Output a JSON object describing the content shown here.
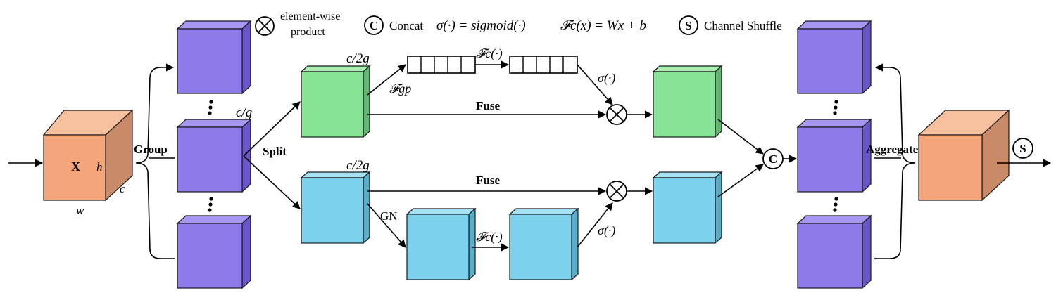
{
  "legend": {
    "product_symbol": "⊗",
    "product_label_line1": "element-wise",
    "product_label_line2": "product",
    "concat_symbol": "C",
    "concat_label": "Concat",
    "sigma_def": "σ(·) = sigmoid(·)",
    "fc_def": "𝓕c(x) = Wx + b",
    "shuffle_symbol": "S",
    "shuffle_label": "Channel Shuffle"
  },
  "input": {
    "label": "X",
    "h": "h",
    "c": "c",
    "w": "w"
  },
  "labels": {
    "group": "Group",
    "split": "Split",
    "c_over_g": "c/g",
    "c_over_2g_top": "c/2g",
    "c_over_2g_bottom": "c/2g",
    "fgp": "𝓕gp",
    "fc_top": "𝓕c(·)",
    "fc_bottom": "𝓕c(·)",
    "sigma_top": "σ(·)",
    "sigma_bottom": "σ(·)",
    "fuse_top": "Fuse",
    "fuse_bottom": "Fuse",
    "gn": "GN",
    "concat": "C",
    "aggregate": "Aggregate",
    "shuffle": "S"
  },
  "colors": {
    "input_front": "#F4A57A",
    "input_top": "#F7C09E",
    "input_side": "#C98A68",
    "purple_front": "#8E7AE8",
    "purple_top": "#A797F0",
    "purple_side": "#6A56C8",
    "green_front": "#86E295",
    "green_top": "#A8EDB2",
    "green_side": "#5FB96E",
    "blue_front": "#7CD2EC",
    "blue_top": "#A4E2F4",
    "blue_side": "#56AECB"
  }
}
